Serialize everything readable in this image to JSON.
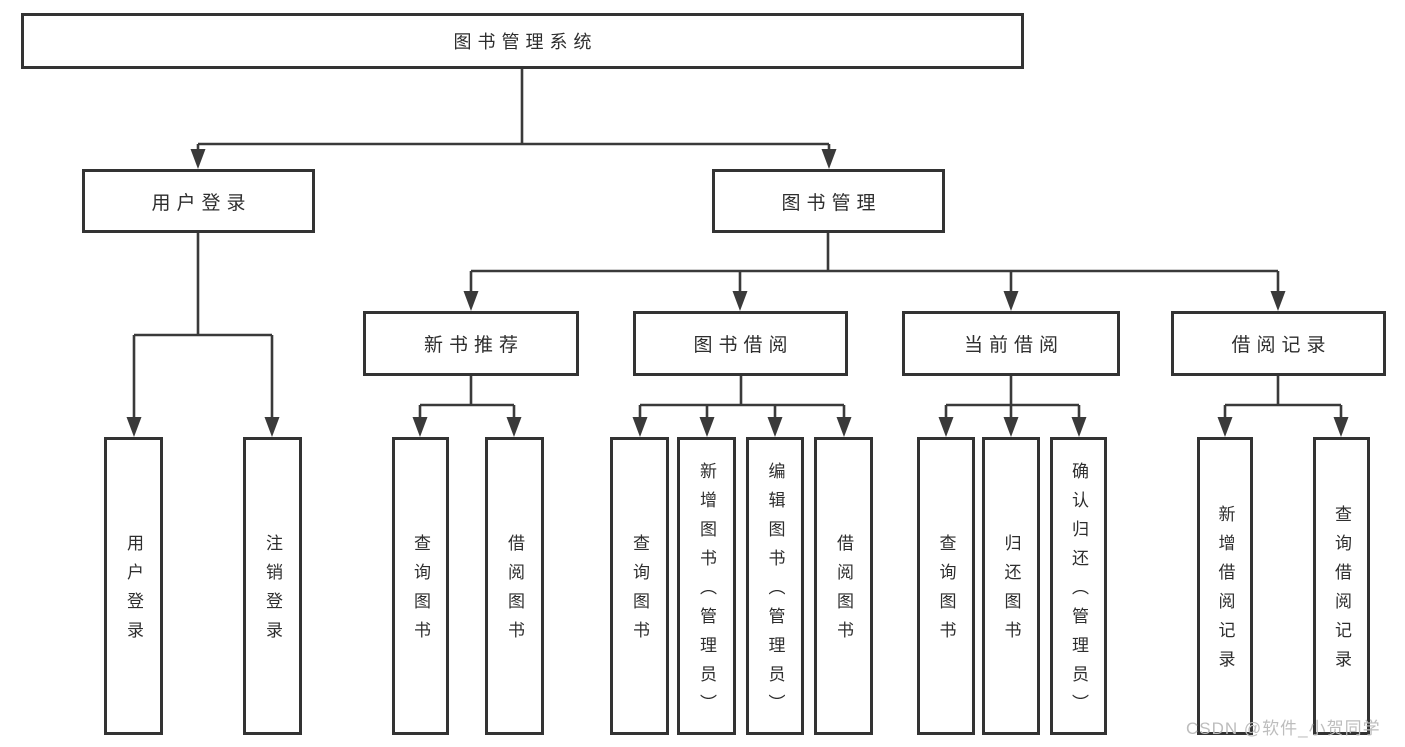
{
  "tree": {
    "root": "图书管理系统",
    "branches": [
      {
        "label": "用户登录",
        "children": [
          "用户登录",
          "注销登录"
        ]
      },
      {
        "label": "图书管理",
        "groups": [
          {
            "label": "新书推荐",
            "children": [
              "查询图书",
              "借阅图书"
            ]
          },
          {
            "label": "图书借阅",
            "children": [
              "查询图书",
              "新增图书（管理员）",
              "编辑图书（管理员）",
              "借阅图书"
            ]
          },
          {
            "label": "当前借阅",
            "children": [
              "查询图书",
              "归还图书",
              "确认归还（管理员）"
            ]
          },
          {
            "label": "借阅记录",
            "children": [
              "新增借阅记录",
              "查询借阅记录"
            ]
          }
        ]
      }
    ]
  },
  "watermark": "CSDN @软件_小贺同学",
  "colors": {
    "line": "#3a3a3a",
    "box_border": "#333333",
    "text": "#2e2e2e",
    "watermark": "#bdbdbd",
    "background": "#ffffff"
  }
}
